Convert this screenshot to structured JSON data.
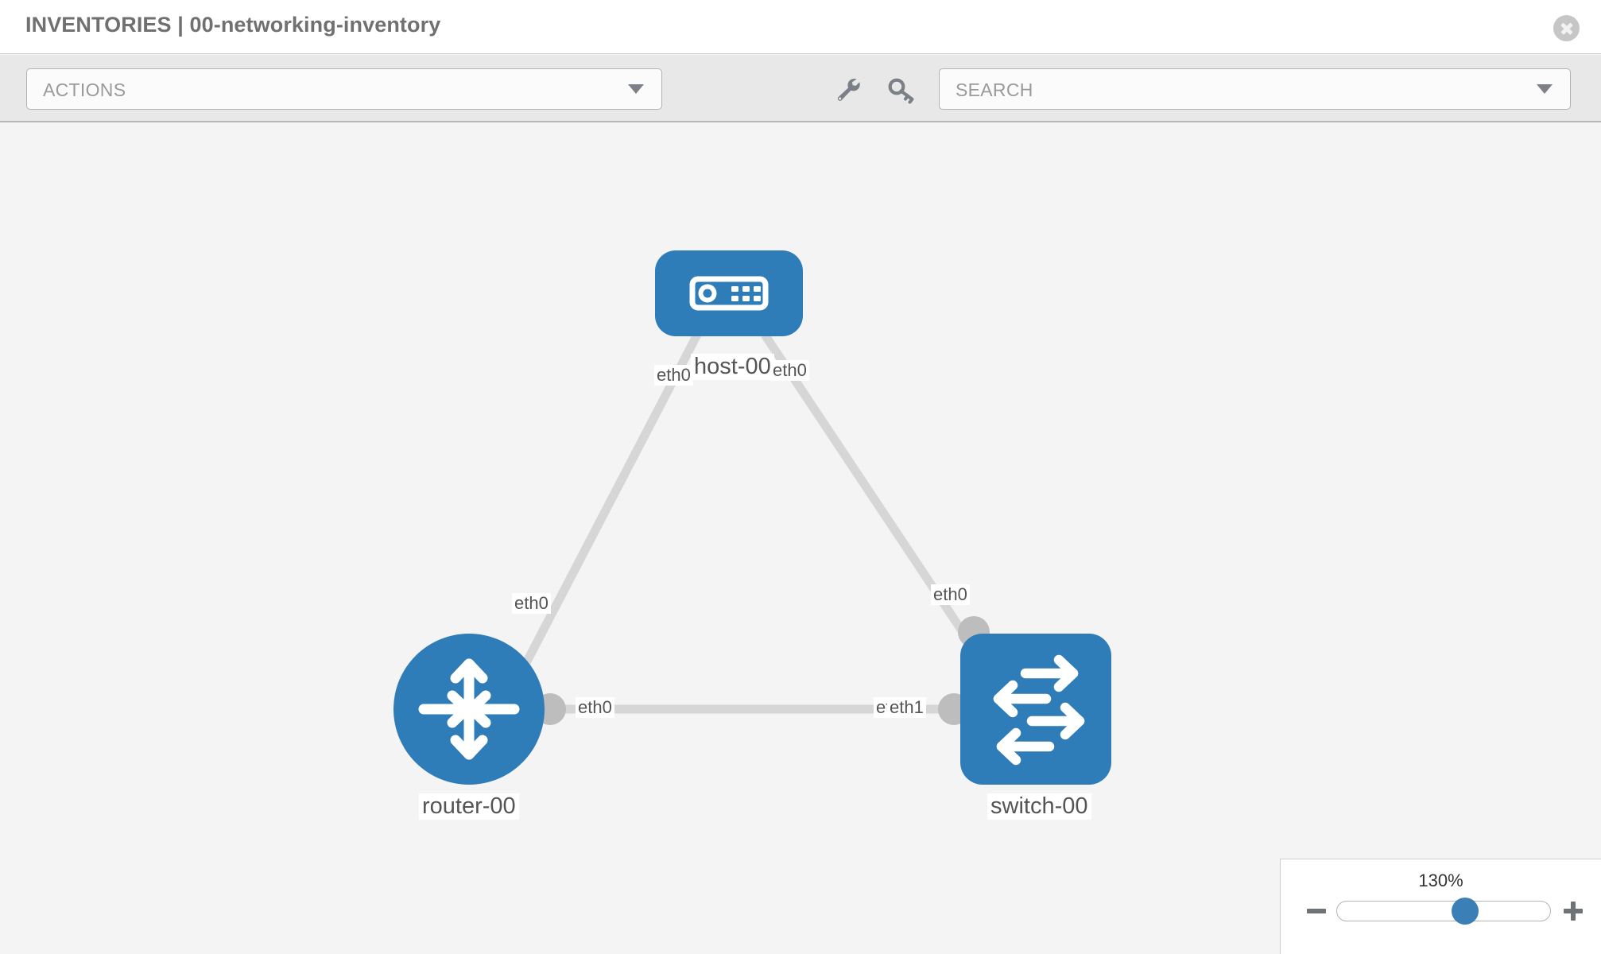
{
  "header": {
    "title": "INVENTORIES | 00-networking-inventory",
    "close_icon": "close-circle-icon"
  },
  "toolbar": {
    "actions_label": "ACTIONS",
    "actions_caret_icon": "chevron-down-icon",
    "wrench_icon": "wrench-icon",
    "key_icon": "key-icon",
    "search_placeholder": "SEARCH",
    "search_caret_icon": "chevron-down-icon"
  },
  "topology": {
    "nodes": [
      {
        "id": "host-00",
        "label": "host-00",
        "icon": "server-icon",
        "color": "#2e7cb8"
      },
      {
        "id": "router-00",
        "label": "router-00",
        "icon": "router-arrows-icon",
        "color": "#2e7cb8"
      },
      {
        "id": "switch-00",
        "label": "switch-00",
        "icon": "switch-arrows-icon",
        "color": "#2e7cb8"
      }
    ],
    "interfaces": {
      "host_left": "eth0",
      "host_right": "eth0",
      "router_up": "eth0",
      "switch_up": "eth0",
      "router_mid": "eth0",
      "switch_mid_a": "eth0",
      "switch_mid_b": "eth1"
    }
  },
  "zoom_control": {
    "value_label": "130%",
    "minus_icon": "minus-icon",
    "plus_icon": "plus-icon",
    "thumb_position_percent": 60
  }
}
